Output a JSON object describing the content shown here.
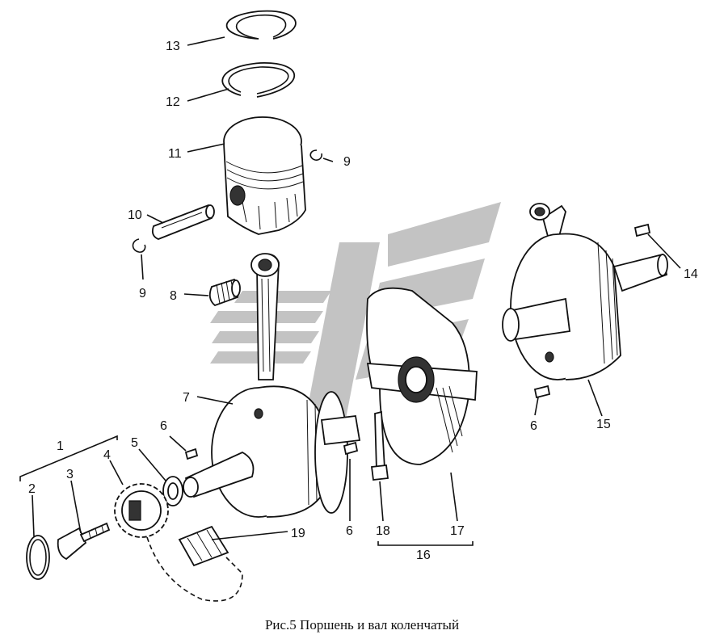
{
  "caption": "Рис.5  Поршень и вал коленчатый",
  "callouts": {
    "c1": "1",
    "c2": "2",
    "c3": "3",
    "c4": "4",
    "c5": "5",
    "c6a": "6",
    "c6b": "6",
    "c6c": "6",
    "c7": "7",
    "c8": "8",
    "c9a": "9",
    "c9b": "9",
    "c10": "10",
    "c11": "11",
    "c12": "12",
    "c13": "13",
    "c14": "14",
    "c15": "15",
    "c16": "16",
    "c17": "17",
    "c18": "18",
    "c19": "19"
  },
  "watermark_color": "#b9b9b9"
}
